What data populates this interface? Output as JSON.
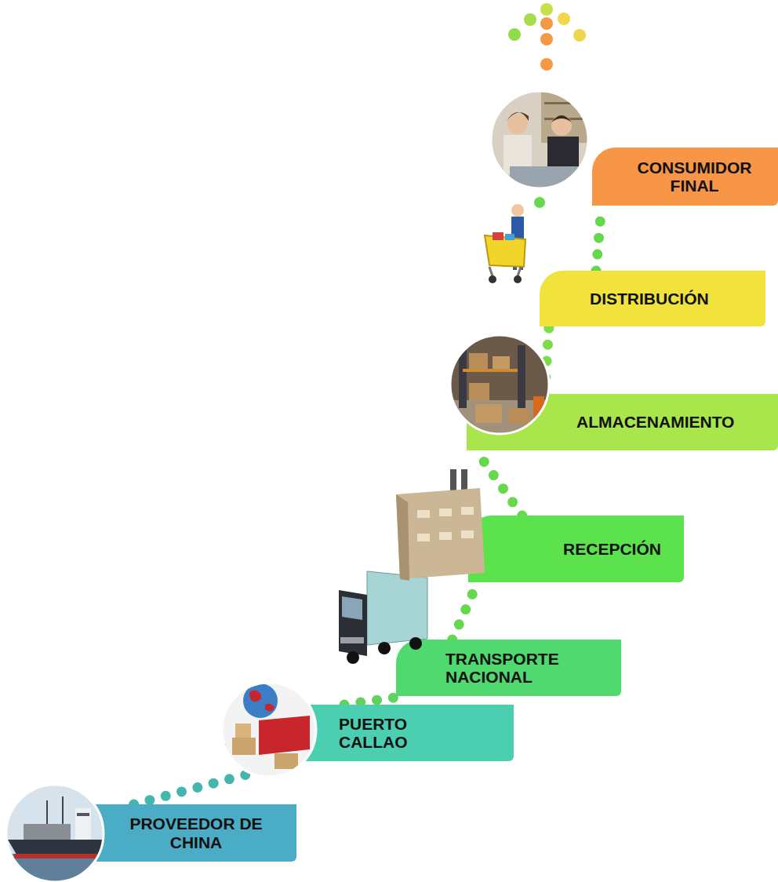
{
  "diagram": {
    "nodes": [
      {
        "text": [
          "PROVEEDOR DE CHINA"
        ]
      },
      {
        "text": [
          "PUERTO CALLAO"
        ]
      },
      {
        "text": [
          "TRANSPORTE NACIONAL"
        ]
      },
      {
        "text": [
          "RECEPCIÓN"
        ]
      },
      {
        "text": [
          "ALMACENAMIENTO"
        ]
      },
      {
        "text": [
          "DISTRIBUCIÓN"
        ]
      },
      {
        "text": [
          "CONSUMIDOR FINAL"
        ]
      }
    ],
    "edges": [
      {
        "from": 0,
        "to": 1,
        "arrow": "none"
      },
      {
        "from": 1,
        "to": 2,
        "arrow": "none"
      },
      {
        "from": 2,
        "to": 3,
        "arrow": "none"
      },
      {
        "from": 3,
        "to": 4,
        "arrow": "none"
      },
      {
        "from": 4,
        "to": 5,
        "arrow": "none"
      },
      {
        "from": 5,
        "to": 6,
        "arrow": "none"
      }
    ]
  }
}
